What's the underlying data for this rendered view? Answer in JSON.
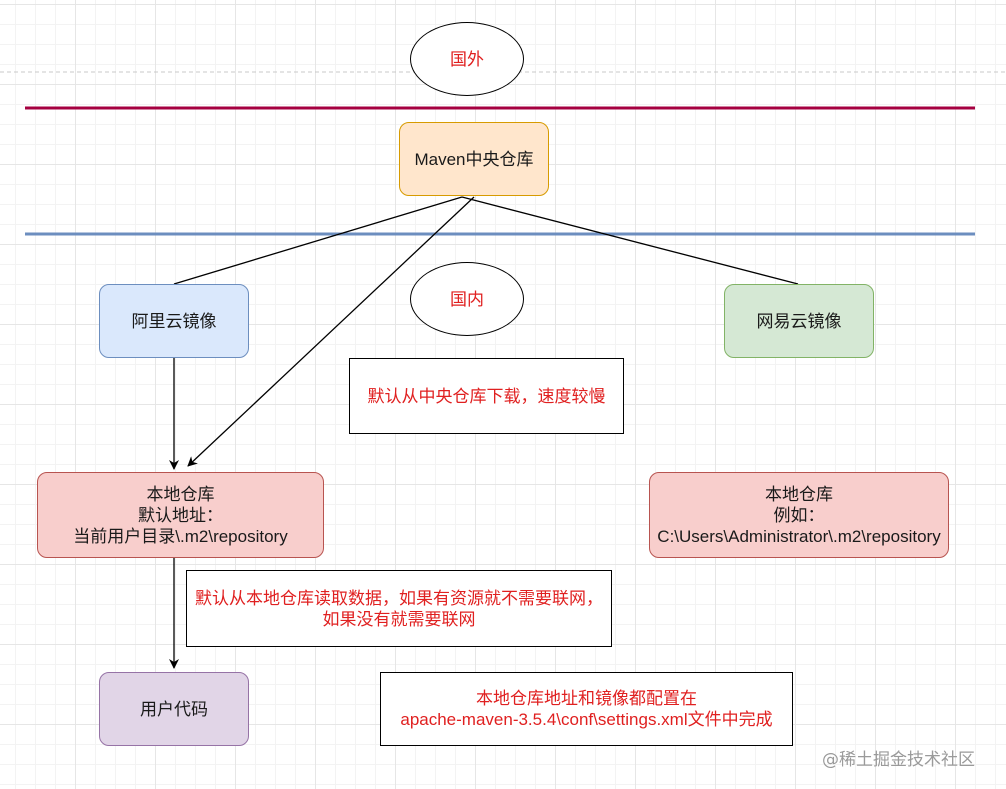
{
  "ellipses": {
    "foreign": "国外",
    "domestic": "国内"
  },
  "nodes": {
    "central": "Maven中央仓库",
    "aliyun": "阿里云镜像",
    "netease": "网易云镜像",
    "local_left": [
      "本地仓库",
      "默认地址：",
      "当前用户目录\\.m2\\repository"
    ],
    "local_right": [
      "本地仓库",
      "例如：",
      "C:\\Users\\Administrator\\.m2\\repository"
    ],
    "user_code": "用户代码"
  },
  "notes": {
    "central_download": "默认从中央仓库下载，速度较慢",
    "local_read": [
      "默认从本地仓库读取数据，如果有资源就不需要联网，",
      "如果没有就需要联网"
    ],
    "config": [
      "本地仓库地址和镜像都配置在",
      "apache-maven-3.5.4\\conf\\settings.xml文件中完成"
    ]
  },
  "watermark": "@稀土掘金技术社区",
  "colors": {
    "foreign_line": "#a50040",
    "domestic_line": "#6c8ebf",
    "note_text": "#e02020"
  }
}
